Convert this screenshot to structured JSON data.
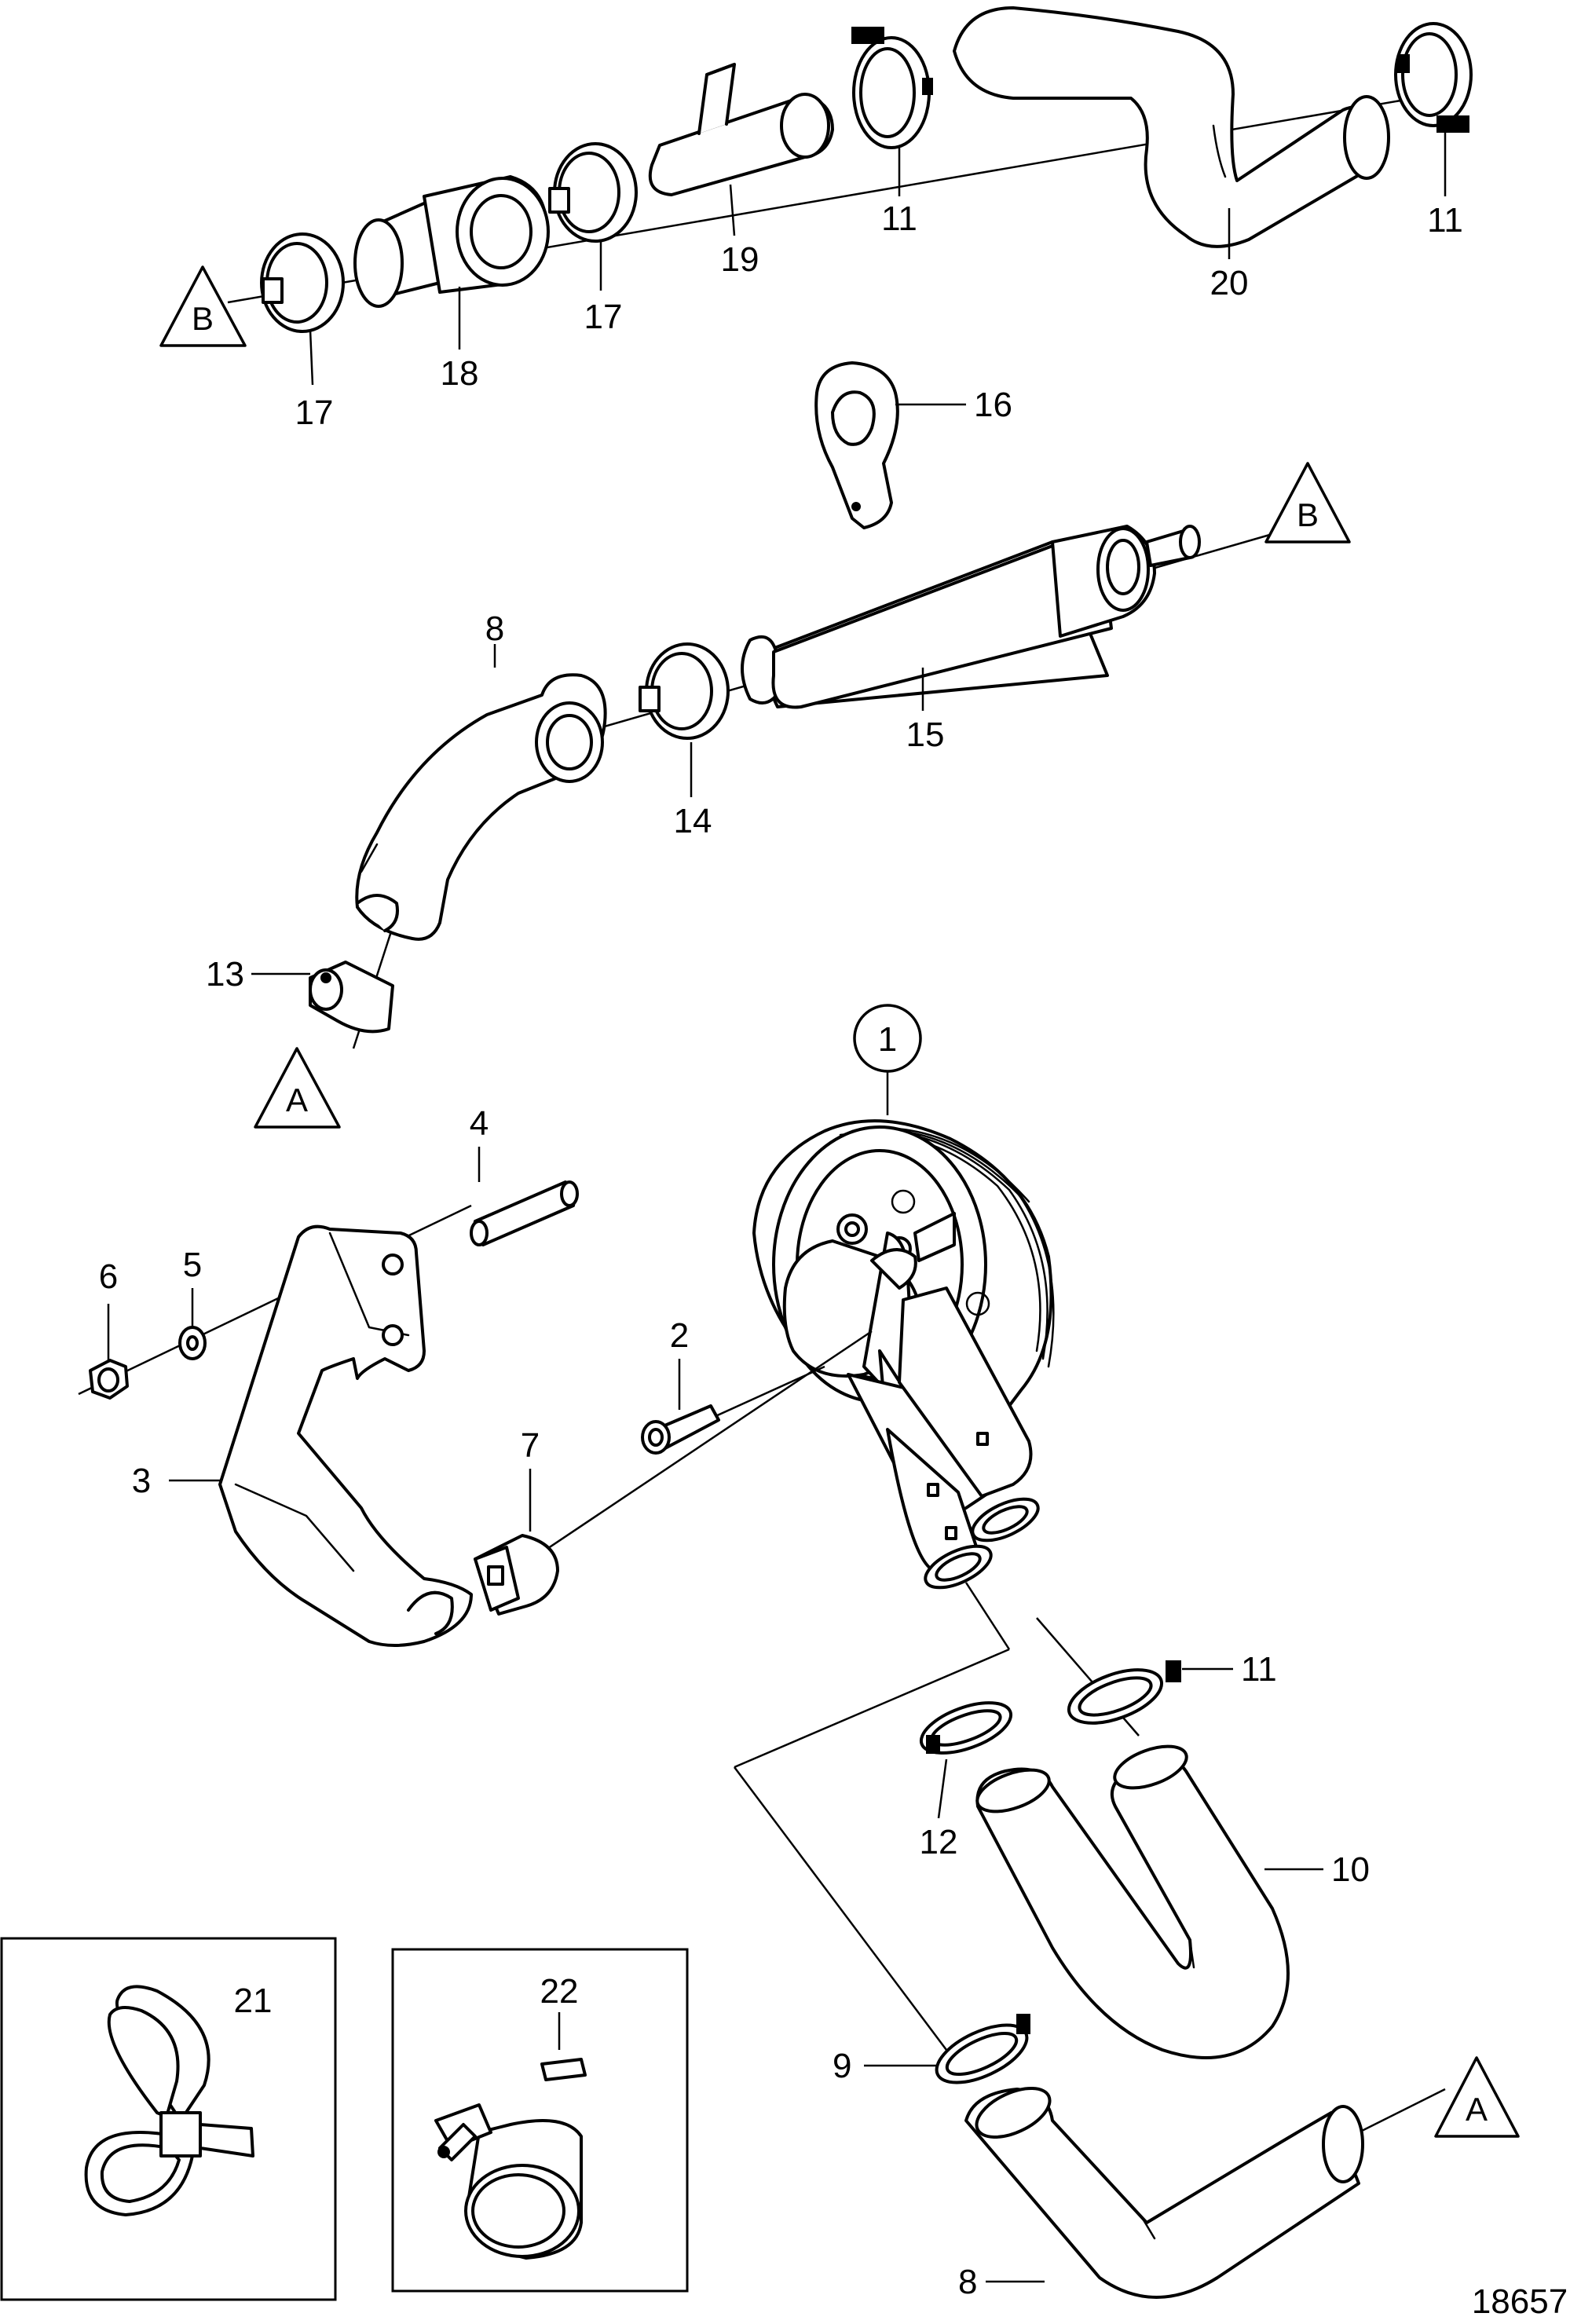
{
  "diagram": {
    "drawing_number": "18657",
    "connector_marks": {
      "a": "A",
      "b": "B"
    },
    "part_numbers": {
      "p1": "1",
      "p2": "2",
      "p3": "3",
      "p4": "4",
      "p5": "5",
      "p6": "6",
      "p7": "7",
      "p8_upper": "8",
      "p8_lower": "8",
      "p9": "9",
      "p10": "10",
      "p11_top_mid": "11",
      "p11_top_right": "11",
      "p11_bottom": "11",
      "p12": "12",
      "p13": "13",
      "p14": "14",
      "p15": "15",
      "p16": "16",
      "p17_left": "17",
      "p17_right": "17",
      "p18": "18",
      "p19": "19",
      "p20": "20",
      "p21": "21",
      "p22": "22"
    }
  }
}
